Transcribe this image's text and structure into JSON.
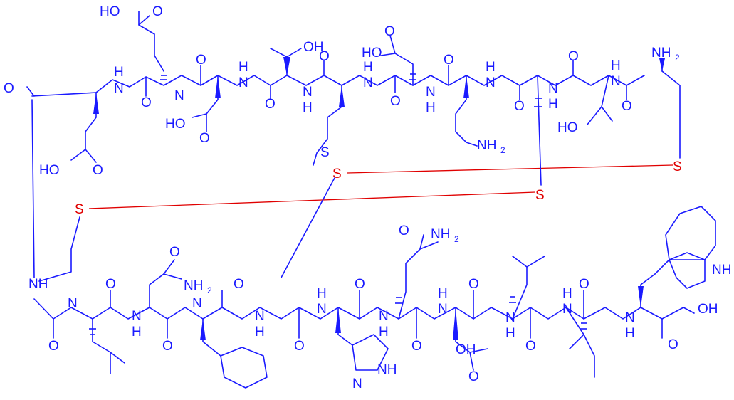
{
  "structure": {
    "atom_labels": {
      "ho_glu1_top": "HO",
      "o_glu1_top": "O",
      "oh_thr1": "OH",
      "nh_glu1": "N",
      "h_glu1": "H",
      "o_cterm_link": "O",
      "ho_asp_top": "HO",
      "o_asp_top": "O",
      "nh2_nterm": "NH",
      "nh2_nterm_sub": "2",
      "s_cys1": "S",
      "s_met": "S",
      "s_cys2": "S",
      "s_cys3": "S",
      "nh2_lys": "NH",
      "nh2_lys_sub": "2",
      "ho_asp2": "HO",
      "o_asp2": "O",
      "ho_glu2": "HO",
      "o_glu2": "O",
      "ho_thr2": "HO",
      "o_ca1": "O",
      "o_ca2": "O",
      "nh_link": "NH",
      "nh2_asn": "NH",
      "nh2_asn_sub": "2",
      "o_asn": "O",
      "nh2_gln": "NH",
      "nh2_gln_sub": "2",
      "o_gln": "O",
      "nh_his_ring": "NH",
      "n_his_ring": "N",
      "oh_asp3": "OH",
      "o_asp3": "O",
      "nh_trp": "NH",
      "oh_cterm": "OH",
      "o_cterm": "O",
      "h_label": "H",
      "n_label": "N"
    },
    "colors": {
      "bond": "#1a1aff",
      "crosslink": "#e00000",
      "heteroatom": "#1a1aff"
    }
  }
}
